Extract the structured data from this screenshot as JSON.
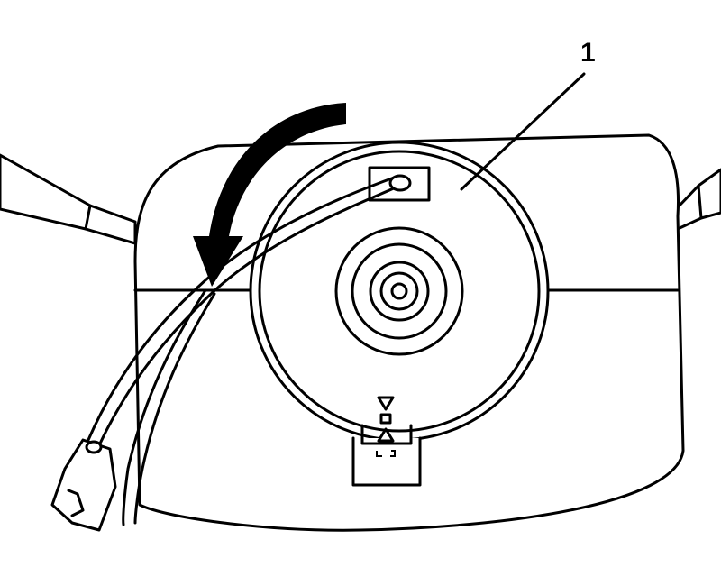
{
  "diagram": {
    "callouts": [
      {
        "label": "1"
      }
    ],
    "rotation_direction": "counterclockwise",
    "alignment_marks": [
      "triangle-down",
      "triangle-up"
    ]
  }
}
